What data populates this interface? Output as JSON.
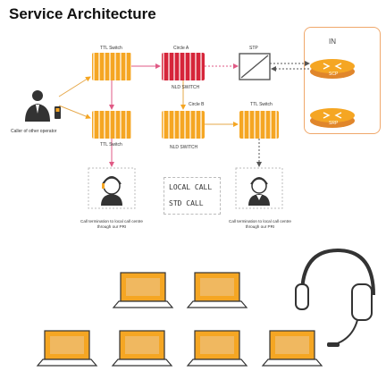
{
  "title": "Service Architecture",
  "labels": {
    "ttl_switch_top": "TTL Switch",
    "circle_a": "Circle A",
    "stp": "STP",
    "in": "IN",
    "nld_switch_a": "NLD SWITCH",
    "circle_b": "Circle B",
    "ttl_switch_right": "TTL Switch",
    "ttl_switch_bottom": "TTL Switch",
    "nld_switch_b": "NLD SWITCH",
    "caller": "Caller of other operator",
    "scp": "SCP",
    "srp": "SRP",
    "local_call": "LOCAL CALL",
    "std_call": "STD CALL",
    "termination_left": "Call termination to local call centre through our PRI",
    "termination_right": "Call termination to local call centre through our PRI"
  },
  "colors": {
    "orange": "#f5a623",
    "red": "#d6253a",
    "pink_arrow": "#e05a85",
    "grey": "#555555"
  }
}
